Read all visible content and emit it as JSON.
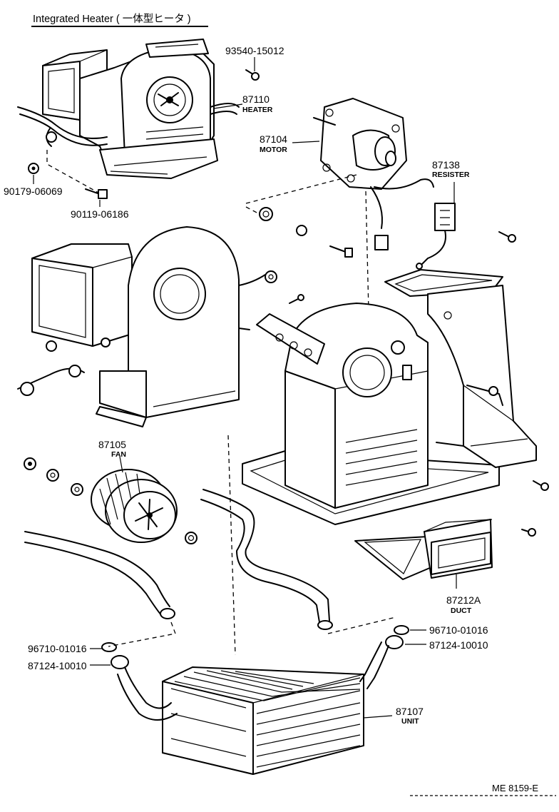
{
  "title": "Integrated Heater ( 一体型ヒータ )",
  "footer_code": "ME  8159-E",
  "parts": {
    "p93540": {
      "number": "93540-15012"
    },
    "p87110": {
      "number": "87110",
      "name": "HEATER"
    },
    "p87104": {
      "number": "87104",
      "name": "MOTOR"
    },
    "p87138": {
      "number": "87138",
      "name": "RESISTER"
    },
    "p90179": {
      "number": "90179-06069"
    },
    "p90119": {
      "number": "90119-06186"
    },
    "p87105": {
      "number": "87105",
      "name": "FAN"
    },
    "p87212A": {
      "number": "87212A",
      "name": "DUCT"
    },
    "p96710_r": {
      "number": "96710-01016"
    },
    "p87124_r": {
      "number": "87124-10010"
    },
    "p96710_l": {
      "number": "96710-01016"
    },
    "p87124_l": {
      "number": "87124-10010"
    },
    "p87107": {
      "number": "87107",
      "name": "UNIT"
    }
  }
}
